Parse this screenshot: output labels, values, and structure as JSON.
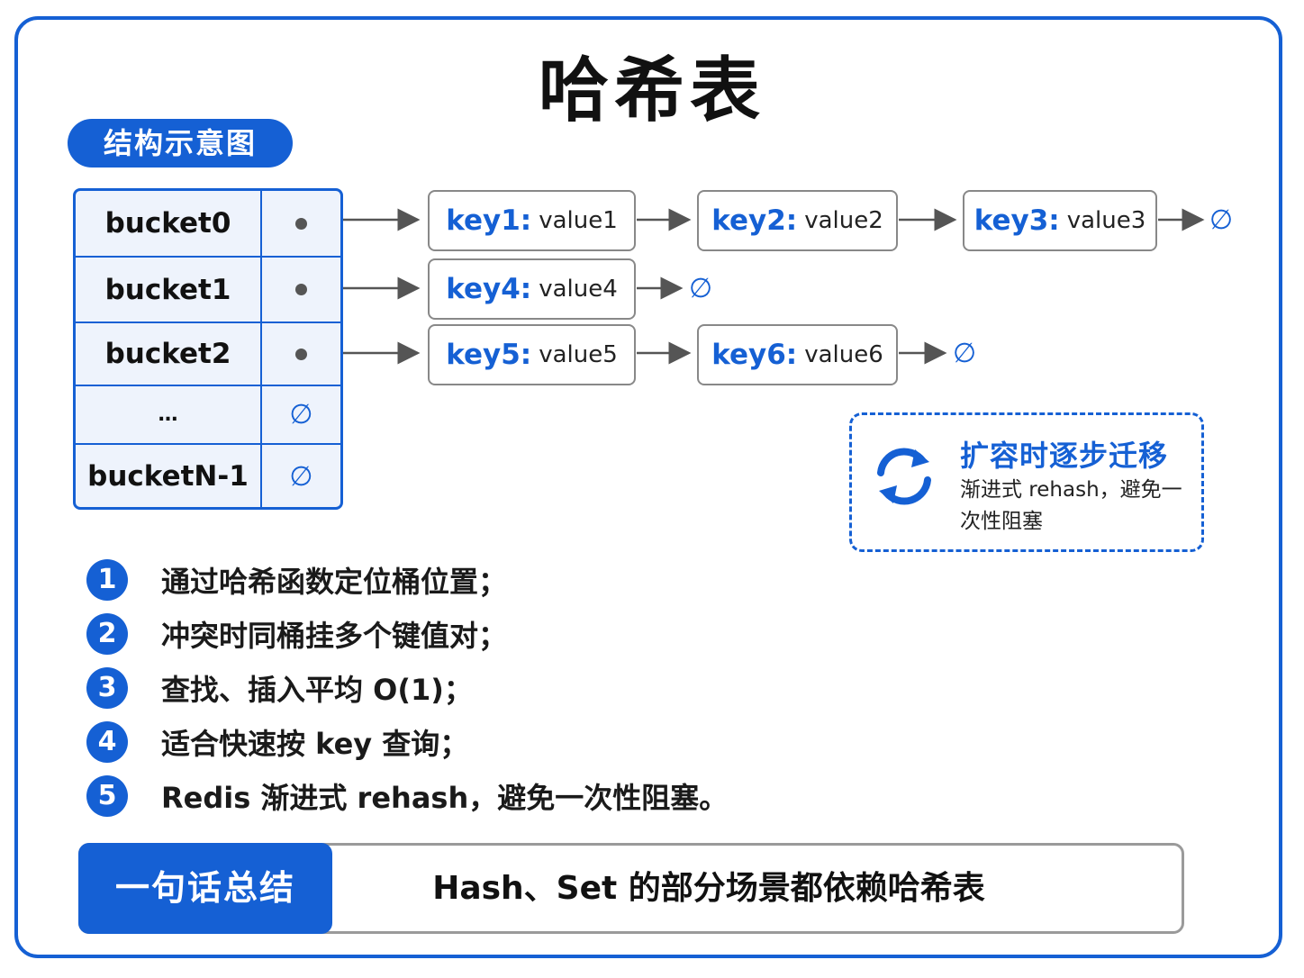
{
  "title": "哈希表",
  "section_label": "结构示意图",
  "buckets": [
    {
      "name": "bucket0",
      "pointer": ""
    },
    {
      "name": "bucket1",
      "pointer": ""
    },
    {
      "name": "bucket2",
      "pointer": ""
    },
    {
      "name": "…",
      "pointer": "∅"
    },
    {
      "name": "bucketN-1",
      "pointer": "∅"
    }
  ],
  "chains": [
    {
      "nodes": [
        {
          "key": "key1:",
          "value": "value1"
        },
        {
          "key": "key2:",
          "value": "value2"
        },
        {
          "key": "key3:",
          "value": "value3"
        }
      ],
      "terminator": "∅"
    },
    {
      "nodes": [
        {
          "key": "key4:",
          "value": "value4"
        }
      ],
      "terminator": "∅"
    },
    {
      "nodes": [
        {
          "key": "key5:",
          "value": "value5"
        },
        {
          "key": "key6:",
          "value": "value6"
        }
      ],
      "terminator": "∅"
    }
  ],
  "rehash": {
    "title": "扩容时逐步迁移",
    "description": "渐进式 rehash，避免一次性阻塞",
    "icon": "refresh-icon"
  },
  "points": [
    {
      "num": "1",
      "text": "通过哈希函数定位桶位置；"
    },
    {
      "num": "2",
      "text": "冲突时同桶挂多个键值对；"
    },
    {
      "num": "3",
      "text": "查找、插入平均 O(1)；"
    },
    {
      "num": "4",
      "text": "适合快速按 key 查询；"
    },
    {
      "num": "5",
      "text": "Redis 渐进式 rehash，避免一次性阻塞。"
    }
  ],
  "summary": {
    "label": "一句话总结",
    "text": "Hash、Set 的部分场景都依赖哈希表"
  },
  "colors": {
    "accent": "#1560d4",
    "border": "#888888"
  }
}
